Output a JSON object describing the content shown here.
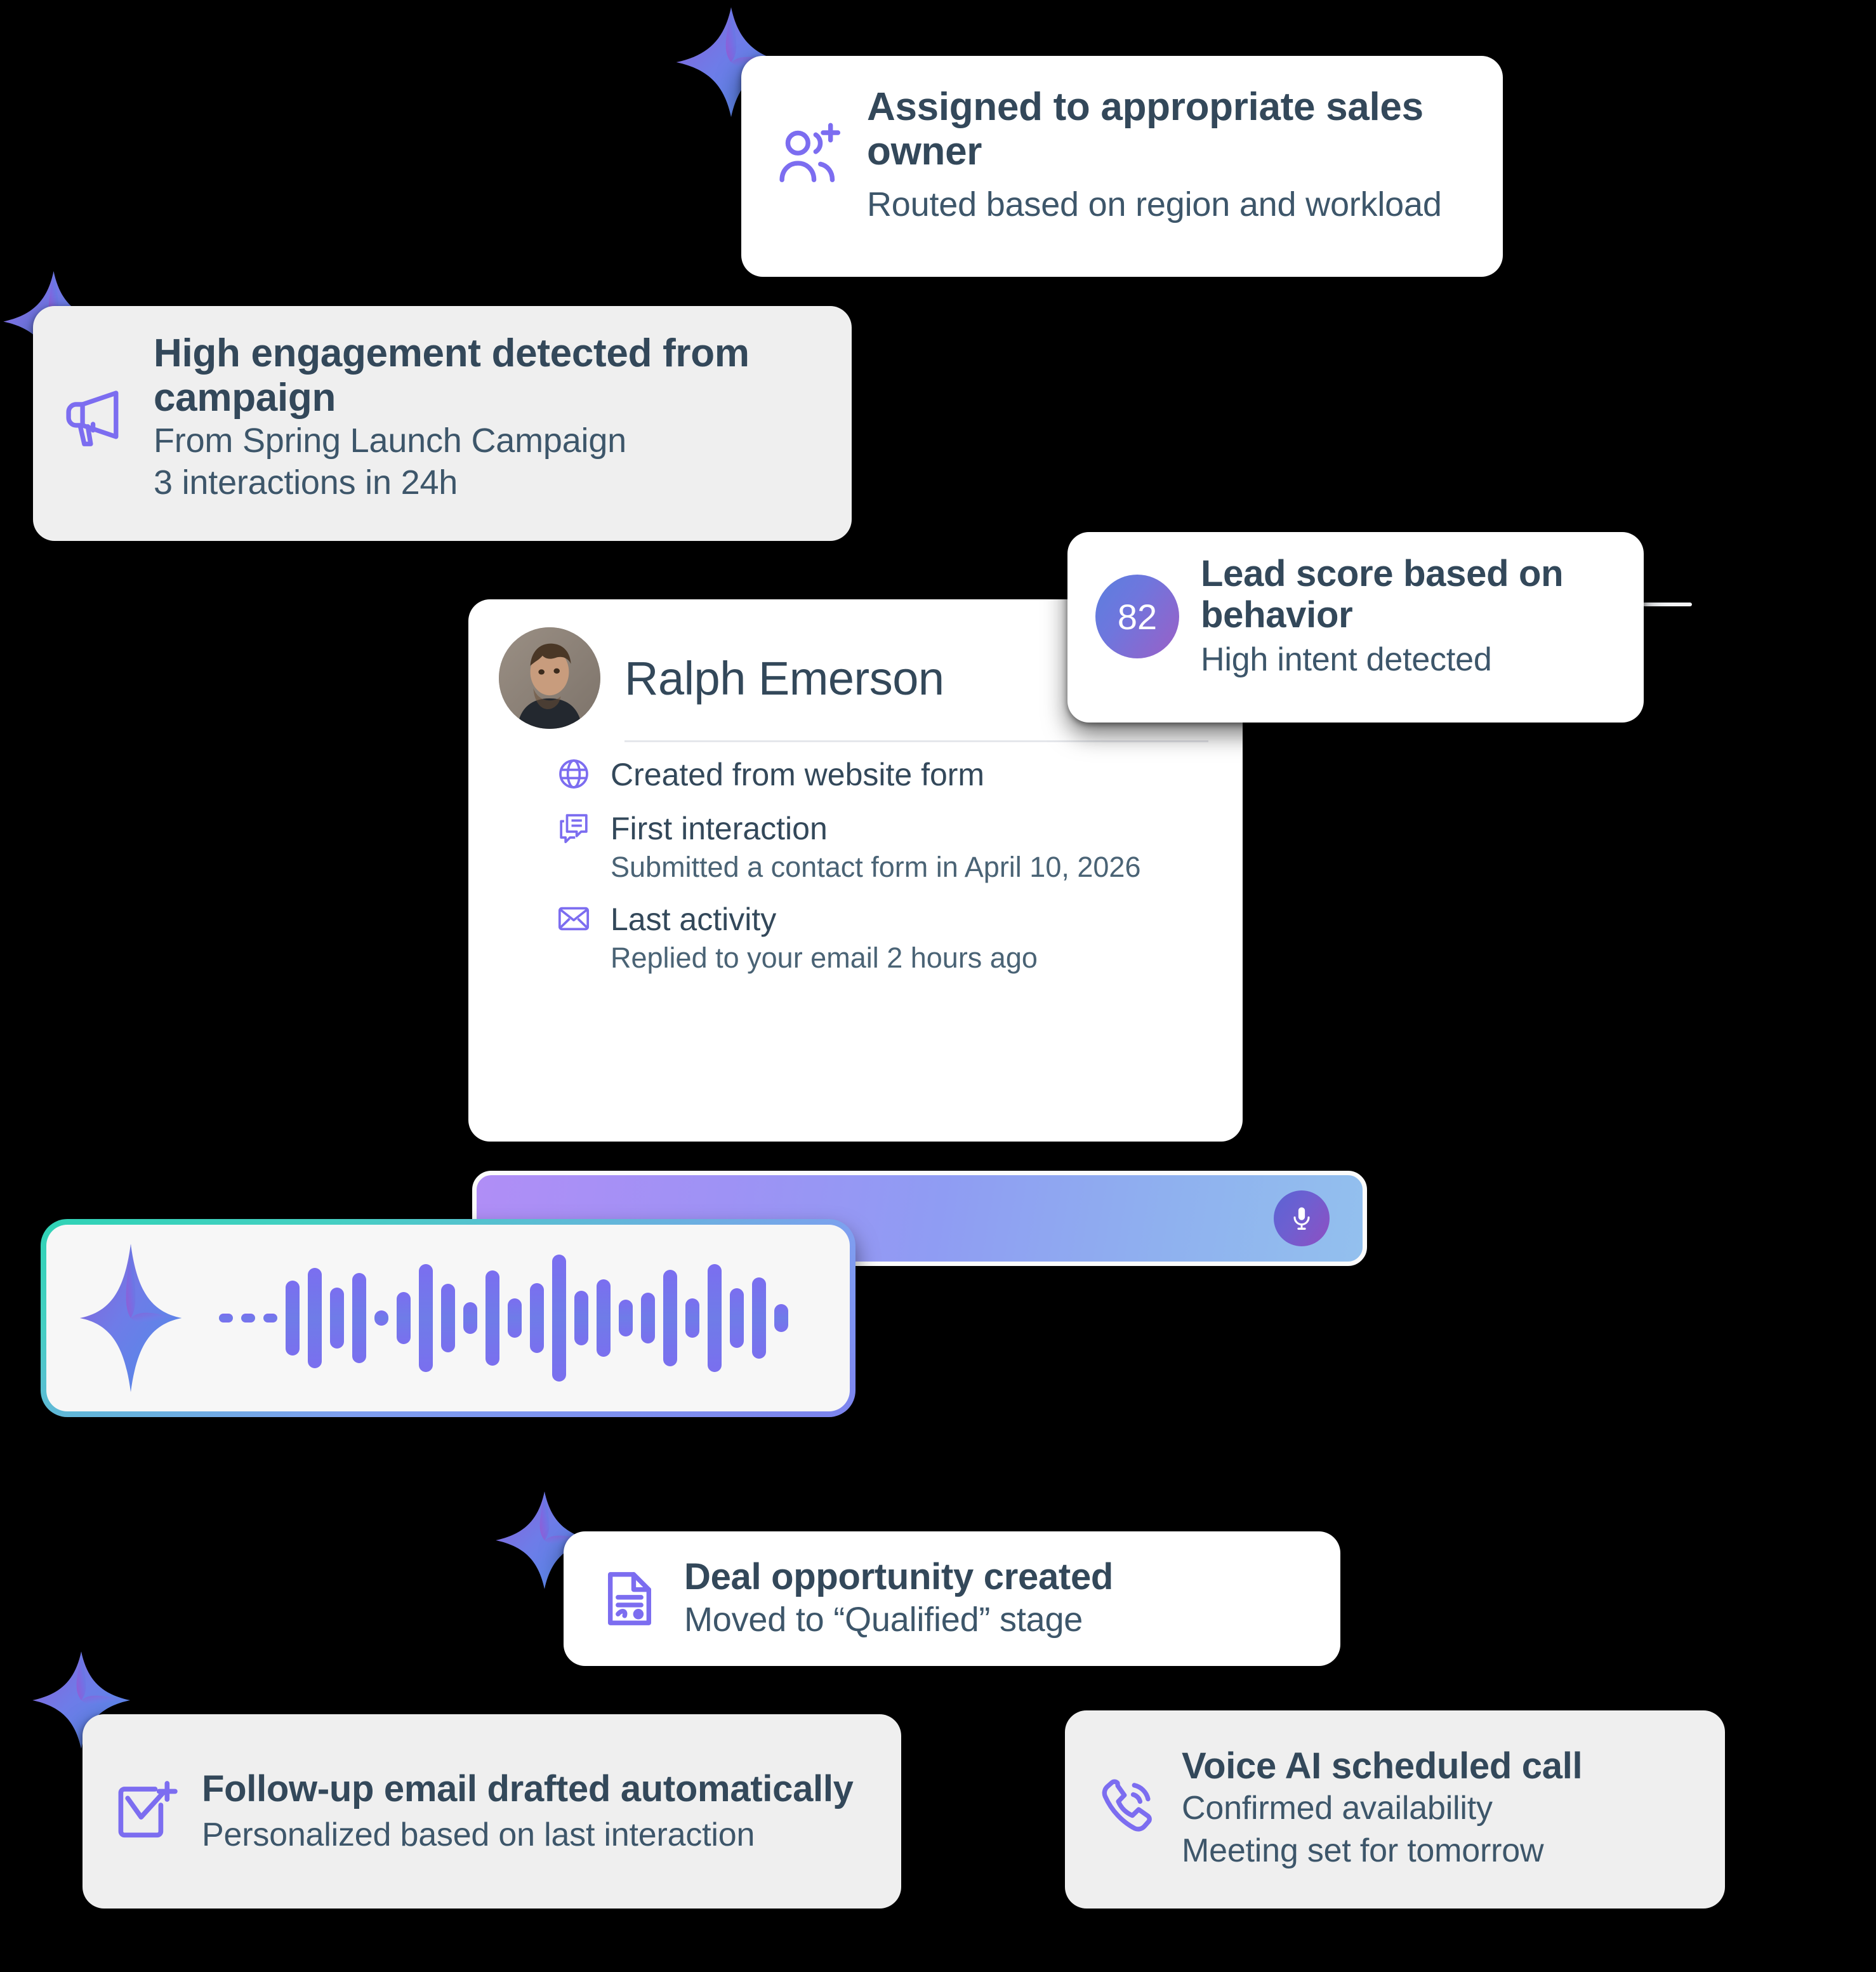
{
  "cards": {
    "assigned": {
      "icon": "user-add-icon",
      "title": "Assigned to appropriate sales owner",
      "subtitle": "Routed based on region and workload"
    },
    "engagement": {
      "icon": "megaphone-icon",
      "title": "High engagement detected from campaign",
      "subtitle_1": "From Spring Launch Campaign",
      "subtitle_2": "3 interactions in 24h"
    },
    "lead_score": {
      "score": "82",
      "title": "Lead score based on behavior",
      "subtitle": "High intent detected"
    },
    "contact": {
      "name": "Ralph Emerson",
      "avatar": "user-photo-avatar",
      "details": [
        {
          "icon": "globe-icon",
          "label": "Created from website form",
          "value": ""
        },
        {
          "icon": "chat-icon",
          "label": "First interaction",
          "value": "Submitted a contact form in April 10, 2026"
        },
        {
          "icon": "envelope-icon",
          "label": "Last activity",
          "value": "Replied to your email 2 hours ago"
        }
      ]
    },
    "voice_bar": {
      "mic_icon": "microphone-icon"
    },
    "waveform": {
      "sparkle_icon": "ai-sparkle-icon",
      "bars": [
        14,
        14,
        14,
        118,
        158,
        96,
        142,
        24,
        82,
        170,
        108,
        50,
        150,
        62,
        110,
        200,
        86,
        122,
        58,
        80,
        152,
        62,
        170,
        94,
        128,
        44
      ]
    },
    "deal": {
      "icon": "document-signed-icon",
      "title": "Deal opportunity created",
      "subtitle": "Moved to “Qualified” stage"
    },
    "follow_up": {
      "icon": "email-add-icon",
      "title": "Follow-up email drafted automatically",
      "subtitle": "Personalized based on last interaction"
    },
    "voice_ai": {
      "icon": "phone-ring-icon",
      "title": "Voice AI scheduled call",
      "subtitle_1": "Confirmed availability",
      "subtitle_2": "Meeting set for tomorrow"
    }
  },
  "colors": {
    "accent_purple": "#7c6df0",
    "accent_blue": "#5b7fdf",
    "accent_teal": "#2fd3b5",
    "text_dark": "#33485a",
    "card_white": "#ffffff",
    "card_grey": "#efefef"
  }
}
